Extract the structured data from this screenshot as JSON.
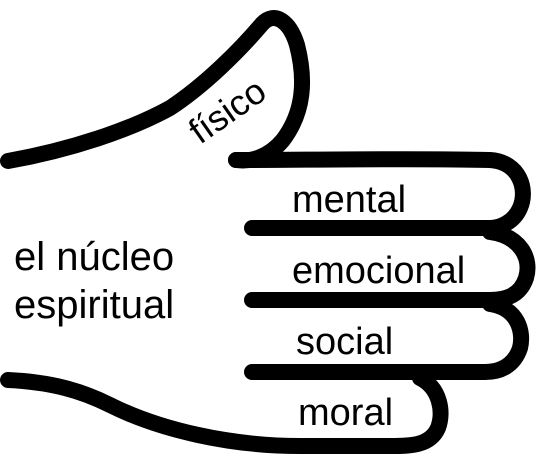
{
  "palette": {
    "ink": "#000000",
    "paper": "#ffffff"
  },
  "thumb": {
    "label": "físico"
  },
  "fingers": [
    {
      "label": "mental"
    },
    {
      "label": "emocional"
    },
    {
      "label": "social"
    },
    {
      "label": "moral"
    }
  ],
  "palm": {
    "line1": "el núcleo",
    "line2": "espiritual"
  }
}
